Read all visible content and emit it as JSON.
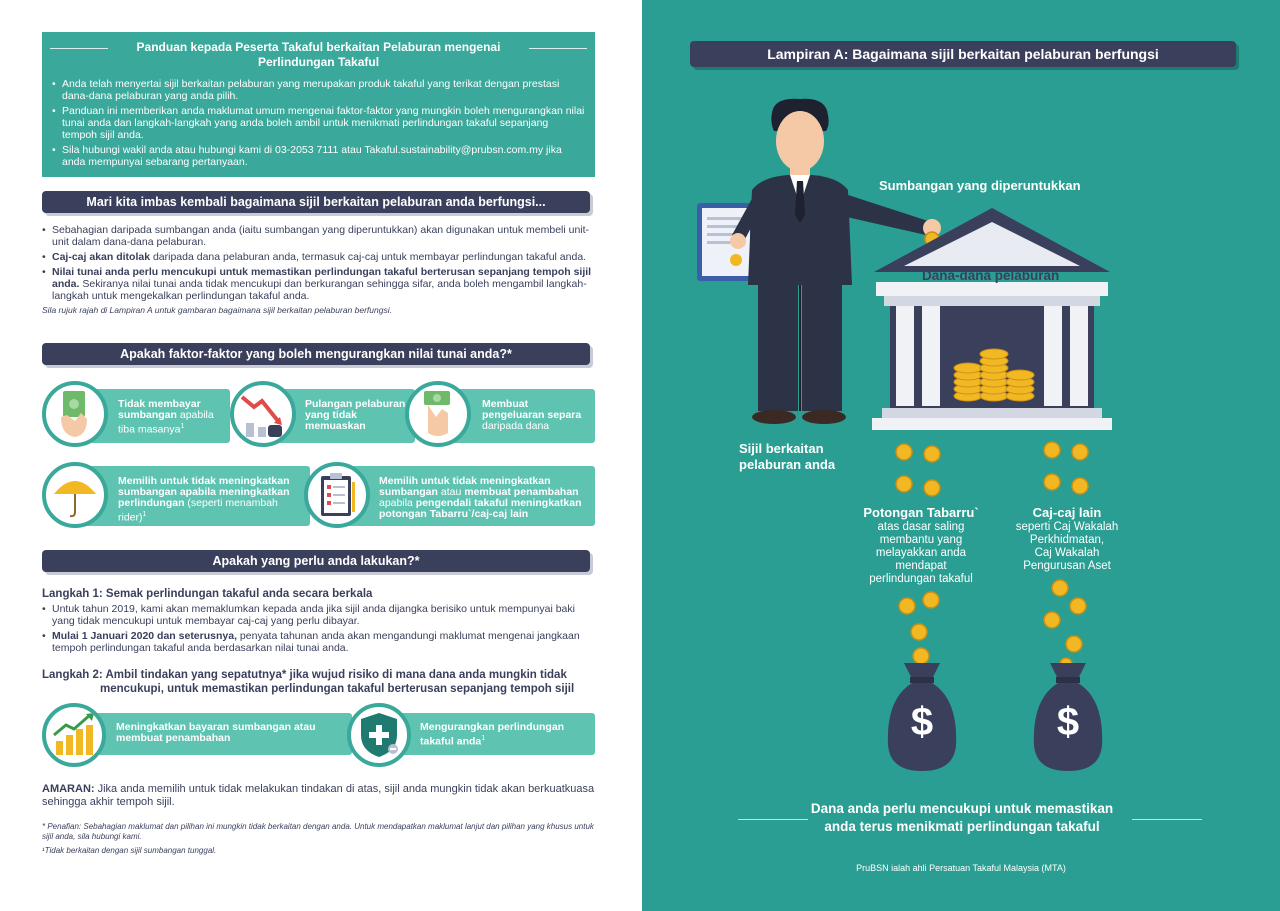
{
  "intro": {
    "title": "Panduan kepada Peserta Takaful berkaitan Pelaburan mengenai Perlindungan Takaful",
    "bullets": [
      "Anda telah menyertai sijil berkaitan pelaburan yang merupakan produk takaful yang terikat dengan prestasi dana-dana pelaburan yang anda pilih.",
      "Panduan ini memberikan anda maklumat umum mengenai faktor-faktor yang mungkin boleh mengurangkan nilai tunai anda dan langkah-langkah yang anda boleh ambil untuk menikmati perlindungan takaful sepanjang tempoh sijil anda.",
      "Sila hubungi wakil anda atau hubungi kami di 03-2053 7111 atau Takaful.sustainability@prubsn.com.my jika anda mempunyai sebarang pertanyaan."
    ]
  },
  "section1": {
    "header": "Mari kita imbas kembali bagaimana sijil berkaitan pelaburan anda berfungsi...",
    "b1": "Sebahagian daripada sumbangan anda (iaitu sumbangan yang diperuntukkan) akan digunakan untuk membeli unit-unit dalam dana-dana pelaburan.",
    "b2_bold": "Caj-caj akan ditolak",
    "b2_rest": " daripada dana pelaburan anda, termasuk caj-caj untuk membayar perlindungan takaful anda.",
    "b3_bold": "Nilai tunai anda perlu mencukupi untuk memastikan perlindungan takaful berterusan sepanjang tempoh sijil anda.",
    "b3_rest": " Sekiranya nilai tunai anda tidak mencukupi dan berkurangan sehingga sifar, anda boleh mengambil langkah-langkah untuk mengekalkan perlindungan takaful anda.",
    "note": "Sila rujuk rajah di Lampiran A untuk gambaran bagaimana sijil berkaitan pelaburan berfungsi."
  },
  "section2": {
    "header": "Apakah faktor-faktor yang boleh mengurangkan nilai tunai anda?*",
    "f1": {
      "bold": "Tidak membayar sumbangan",
      "rest": " apabila tiba masanya",
      "sup": "1"
    },
    "f2": {
      "bold": "Pulangan pelaburan yang tidak memuaskan"
    },
    "f3": {
      "bold": "Membuat pengeluaran separa",
      "rest": " daripada dana"
    },
    "f4": {
      "bold": "Memilih untuk tidak meningkatkan sumbangan apabila meningkatkan perlindungan",
      "rest": " (seperti menambah rider)",
      "sup": "1"
    },
    "f5": {
      "bold1": "Memilih untuk tidak meningkatkan sumbangan",
      "mid": " atau ",
      "bold2": "membuat penambahan",
      "mid2": " apabila ",
      "bold3": "pengendali takaful meningkatkan potongan Tabarru`/caj-caj lain"
    }
  },
  "section3": {
    "header": "Apakah yang perlu anda lakukan?*",
    "step1_title": "Langkah 1: Semak perlindungan takaful anda secara berkala",
    "s1b1": "Untuk tahun 2019, kami akan memaklumkan kepada anda jika sijil anda dijangka berisiko untuk mempunyai baki yang tidak mencukupi untuk membayar caj-caj yang perlu dibayar.",
    "s1b2_bold": "Mulai 1 Januari 2020 dan seterusnya,",
    "s1b2_rest": " penyata tahunan anda akan mengandungi maklumat mengenai jangkaan tempoh perlindungan takaful anda berdasarkan nilai tunai anda.",
    "step2_title_line1": "Langkah 2: Ambil tindakan yang sepatutnya* jika wujud risiko di mana dana anda mungkin tidak",
    "step2_title_line2": "mencukupi, untuk memastikan perlindungan takaful berterusan sepanjang tempoh sijil",
    "a1": "Meningkatkan bayaran sumbangan atau membuat penambahan",
    "a2": "Mengurangkan perlindungan takaful anda",
    "a2_sup": "1"
  },
  "amaran": {
    "label": "AMARAN:",
    "text": " Jika anda memilih untuk tidak melakukan tindakan di atas, sijil anda mungkin tidak akan berkuatkuasa sehingga akhir tempoh sijil."
  },
  "footnotes": {
    "f1": "* Penafian: Sebahagian maklumat dan pilihan ini mungkin tidak berkaitan dengan anda. Untuk mendapatkan maklumat lanjut dan pilihan yang khusus untuk sijil anda, sila hubungi kami.",
    "f2": "¹Tidak berkaitan dengan sijil sumbangan tunggal."
  },
  "lampiran": {
    "header": "Lampiran A: Bagaimana sijil berkaitan pelaburan berfungsi",
    "allocated": "Sumbangan yang diperuntukkan",
    "funds": "Dana-dana pelaburan",
    "certificate_l1": "Sijil berkaitan",
    "certificate_l2": "pelaburan anda",
    "tabarru_title": "Potongan Tabarru`",
    "tabarru_desc": [
      "atas dasar saling",
      "membantu yang",
      "melayakkan anda",
      "mendapat",
      "perlindungan takaful"
    ],
    "other_title": "Caj-caj lain",
    "other_desc": [
      "seperti Caj Wakalah",
      "Perkhidmatan,",
      "Caj Wakalah",
      "Pengurusan Aset"
    ],
    "dollar": "$",
    "conclusion_l1": "Dana anda perlu mencukupi untuk memastikan",
    "conclusion_l2": "anda terus menikmati perlindungan takaful",
    "mta": "PruBSN ialah ahli Persatuan Takaful Malaysia (MTA)"
  },
  "colors": {
    "teal": "#3aa89a",
    "teal_light": "#5fc3b2",
    "navy": "#3a3f5c",
    "right_bg": "#2a9e92",
    "gold": "#f2b824"
  }
}
